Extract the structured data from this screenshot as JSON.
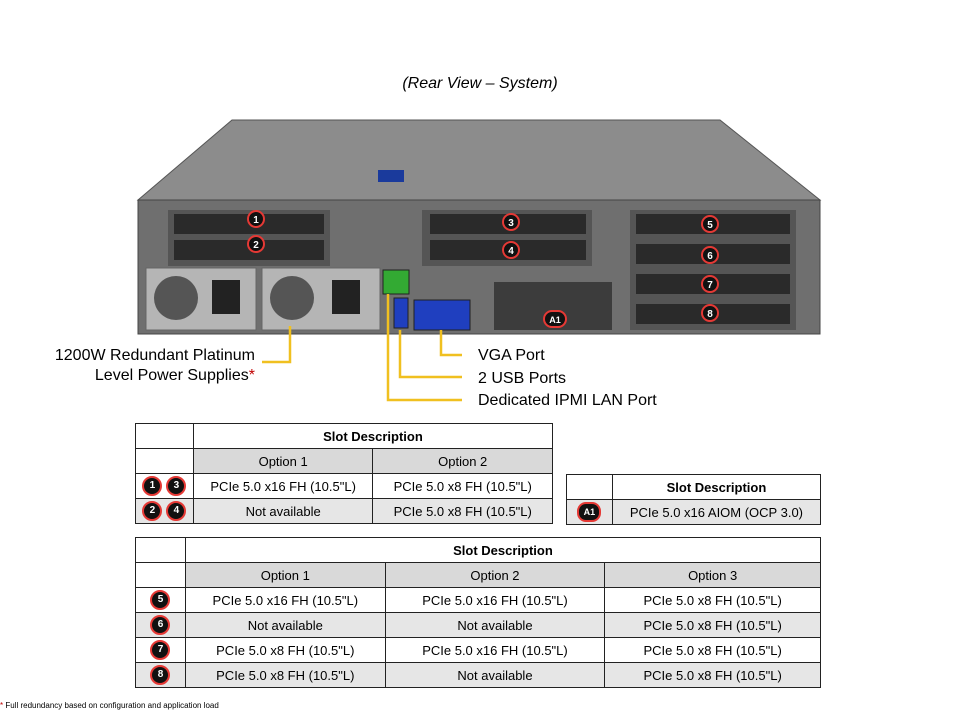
{
  "caption": "(Rear View – System)",
  "chassis_slot_markers": [
    "1",
    "2",
    "3",
    "4",
    "5",
    "6",
    "7",
    "8",
    "A1"
  ],
  "callouts": {
    "psu_line1": "1200W Redundant Platinum",
    "psu_line2": "Level Power Supplies",
    "psu_star": "*",
    "vga": "VGA Port",
    "usb": "2 USB Ports",
    "ipmi": "Dedicated IPMI LAN Port"
  },
  "table1": {
    "title": "Slot Description",
    "options": [
      "Option 1",
      "Option 2"
    ],
    "rows": [
      {
        "badges": [
          "1",
          "3"
        ],
        "cells": [
          "PCIe 5.0 x16 FH (10.5\"L)",
          "PCIe 5.0 x8 FH (10.5\"L)"
        ]
      },
      {
        "badges": [
          "2",
          "4"
        ],
        "cells": [
          "Not available",
          "PCIe 5.0 x8 FH (10.5\"L)"
        ]
      }
    ]
  },
  "table2": {
    "title": "Slot Description",
    "rows": [
      {
        "badge": "A1",
        "cell": "PCIe 5.0 x16 AIOM (OCP 3.0)"
      }
    ]
  },
  "table3": {
    "title": "Slot Description",
    "options": [
      "Option 1",
      "Option 2",
      "Option 3"
    ],
    "rows": [
      {
        "badge": "5",
        "cells": [
          "PCIe 5.0 x16 FH (10.5\"L)",
          "PCIe 5.0 x16 FH (10.5\"L)",
          "PCIe 5.0 x8 FH (10.5\"L)"
        ]
      },
      {
        "badge": "6",
        "cells": [
          "Not available",
          "Not available",
          "PCIe 5.0 x8 FH (10.5\"L)"
        ]
      },
      {
        "badge": "7",
        "cells": [
          "PCIe 5.0 x8 FH (10.5\"L)",
          "PCIe 5.0 x16 FH (10.5\"L)",
          "PCIe 5.0 x8 FH (10.5\"L)"
        ]
      },
      {
        "badge": "8",
        "cells": [
          "PCIe 5.0 x8 FH (10.5\"L)",
          "Not available",
          "PCIe 5.0 x8 FH (10.5\"L)"
        ]
      }
    ]
  },
  "footnote": {
    "star": "*",
    "text": " Full redundancy based on configuration and application load"
  },
  "colors": {
    "callout_line": "#f0c020",
    "badge_ring": "#e53935",
    "chassis_top": "#8a8a8a",
    "chassis_body": "#6e6e6e"
  }
}
